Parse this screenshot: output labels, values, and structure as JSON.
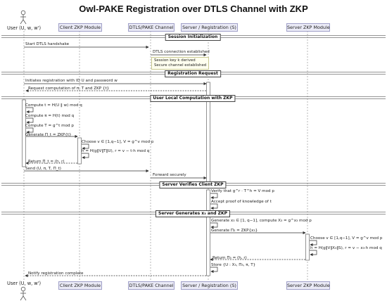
{
  "title": "Owl-PAKE Registration over DTLS Channel with ZKP",
  "participants": [
    {
      "key": "user",
      "label": "User (U, w, w')"
    },
    {
      "key": "czkp",
      "label": "Client ZKP Module"
    },
    {
      "key": "dtls",
      "label": "DTLS/PAKE Channel"
    },
    {
      "key": "server",
      "label": "Server / Registration (S)"
    },
    {
      "key": "szkp",
      "label": "Server ZKP Module"
    }
  ],
  "sections": [
    "Session Initialization",
    "Registration Request",
    "User Local Computation with ZKP",
    "Server Verifies Client ZKP",
    "Server Generates x₃ and ZKP"
  ],
  "messages": [
    "Start DTLS handshake",
    "DTLS connection established",
    "Initiates registration with ID U and password w",
    "Request computation of π, T and ZKP {t}",
    "Compute t = H(U ‖ w) mod q",
    "Compute π = H(t) mod q",
    "Compute T = g^t mod p",
    "Generate Π_t = ZKP{t}",
    "Choose v ∈ [1,q−1], V = g^v mod p",
    "h = H(g‖V‖T‖U), r = v − t·h mod q",
    "Return Π_t = (h, r)",
    "Send (U, π, T, Π_t)",
    "Forward securely",
    "Verify that g^r · T^h = V mod p",
    "Accept proof of knowledge of t",
    "Generate x₃ ∈ [1, q−1], compute X₃ = g^x₃ mod p",
    "Generate Π₃ = ZKP{x₃}",
    "Choose v ∈ [1,q−1], V = g^v mod p",
    "h = H(g‖V‖X₃‖S), r = v − x₃·h mod q",
    "Return Π₃ = (h, r)",
    "Store {U : X₃, Π₃, π, T}",
    "Notify registration complete"
  ],
  "note": [
    "Session key k derived",
    "Secure channel established"
  ]
}
